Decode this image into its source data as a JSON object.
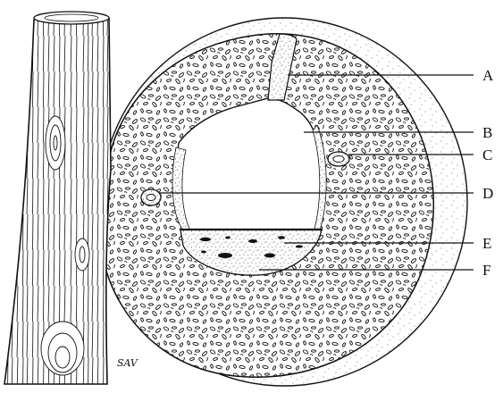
{
  "figure": {
    "labels": [
      {
        "id": "A",
        "text": "A"
      },
      {
        "id": "B",
        "text": "B"
      },
      {
        "id": "C",
        "text": "C"
      },
      {
        "id": "D",
        "text": "D"
      },
      {
        "id": "E",
        "text": "E"
      },
      {
        "id": "F",
        "text": "F"
      }
    ],
    "signature": "SAV",
    "colors": {
      "ink": "#111111",
      "paper": "#ffffff",
      "stipple": "#555555"
    }
  }
}
